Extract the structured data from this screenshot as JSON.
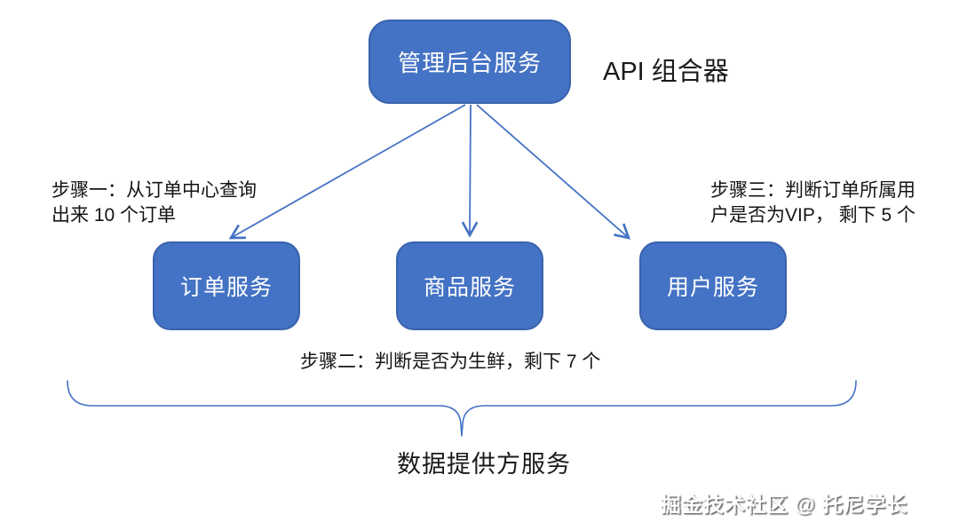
{
  "colors": {
    "node_fill": "#4472C4",
    "node_border": "#3A62AE",
    "connector": "#4472C4",
    "text": "#1A1A1A",
    "watermark_text": "#FFFFFF"
  },
  "diagram": {
    "composer_label": "API 组合器",
    "top_node": {
      "label": "管理后台服务"
    },
    "service_nodes": [
      {
        "label": "订单服务"
      },
      {
        "label": "商品服务"
      },
      {
        "label": "用户服务"
      }
    ],
    "steps": [
      {
        "text": "步骤一：从订单中心查询\n出来 10 个订单"
      },
      {
        "text": "步骤二：判断是否为生鲜，剩下 7 个"
      },
      {
        "text": "步骤三：判断订单所属用\n户是否为VIP， 剩下 5 个"
      }
    ],
    "group_label": "数据提供方服务",
    "watermark": "掘金技术社区 @ 托尼学长"
  }
}
